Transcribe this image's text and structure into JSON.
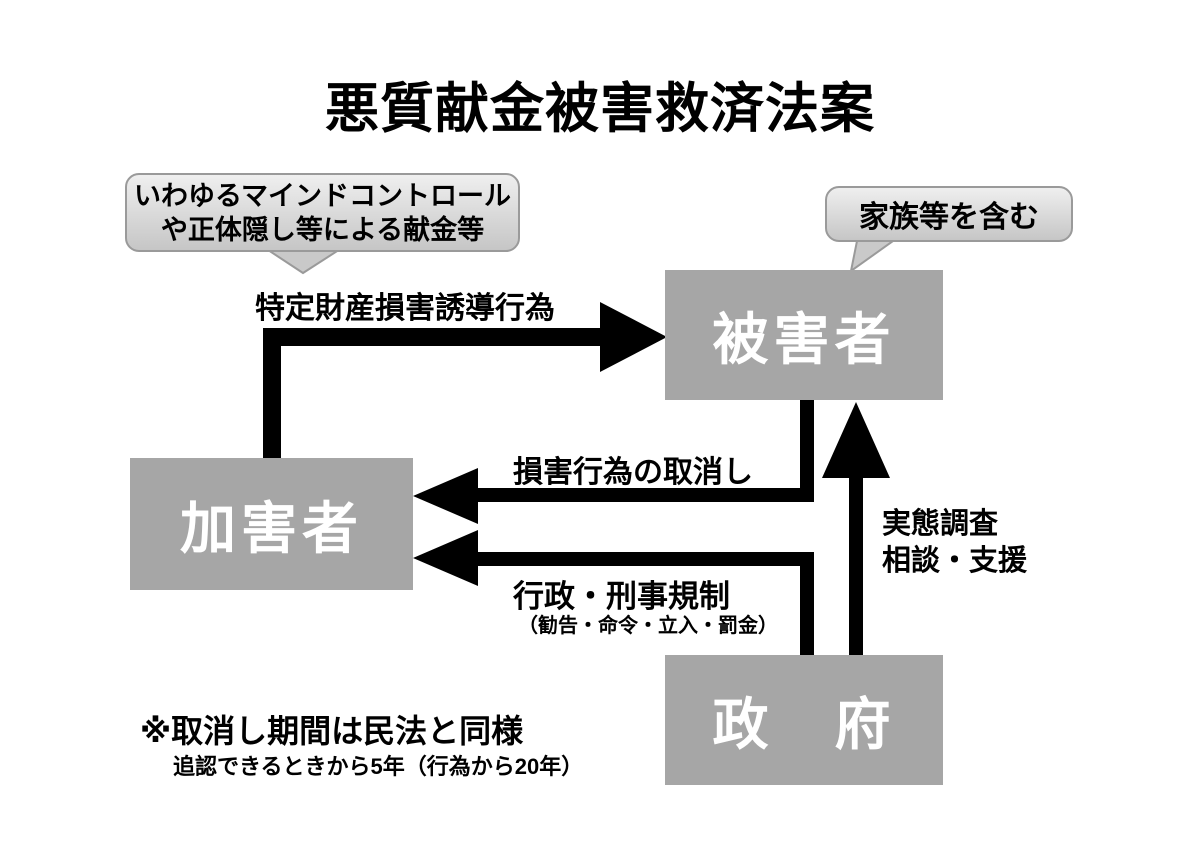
{
  "title": "悪質献金被害救済法案",
  "bubbles": {
    "mind_control": {
      "line1": "いわゆるマインドコントロール",
      "line2": "や正体隠し等による献金等",
      "points_to": "特定財産損害誘導行為"
    },
    "family": {
      "text": "家族等を含む",
      "points_to": "被害者"
    }
  },
  "boxes": {
    "victim": {
      "label": "被害者"
    },
    "perpetrator": {
      "label": "加害者"
    },
    "government": {
      "label": "政　府"
    }
  },
  "arrows": {
    "inducement": {
      "label": "特定財産損害誘導行為",
      "from": "加害者",
      "to": "被害者"
    },
    "cancellation": {
      "label": "損害行為の取消し",
      "from": "被害者",
      "to": "加害者"
    },
    "regulation": {
      "label": "行政・刑事規制",
      "sublabel": "（勧告・命令・立入・罰金）",
      "from": "政府",
      "to": "加害者"
    },
    "support": {
      "line1": "実態調査",
      "line2": "相談・支援",
      "from": "政府",
      "to": "被害者"
    }
  },
  "note": {
    "main": "※取消し期間は民法と同様",
    "sub": "追認できるときから5年（行為から20年）"
  },
  "colors": {
    "box_gray": "#a6a6a6",
    "box_text": "#ffffff",
    "bubble_fill": "#d9d9d9",
    "bubble_border": "#9a9a9a",
    "arrow_black": "#000000",
    "background": "#ffffff"
  }
}
